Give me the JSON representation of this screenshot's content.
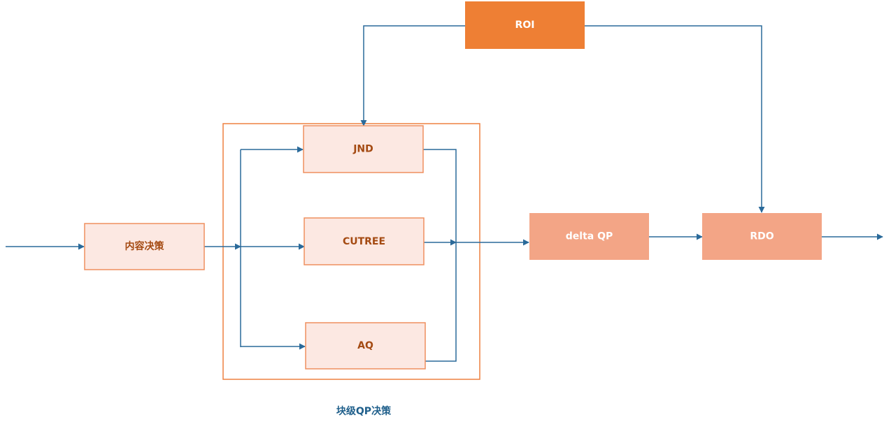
{
  "nodes": {
    "roi": "ROI",
    "content_decision": "内容决策",
    "jnd": "JND",
    "cutree": "CUTREE",
    "aq": "AQ",
    "delta_qp": "delta QP",
    "rdo": "RDO"
  },
  "group_caption": "块级QP决策",
  "colors": {
    "roi_fill": "#ee7f34",
    "node_fill_strong": "#f3a586",
    "node_fill_light": "#fce8e2",
    "node_stroke": "#ef8f5f",
    "group_border": "#ee8040",
    "edge": "#2a6a9a",
    "caption_text": "#1f5f8b"
  }
}
